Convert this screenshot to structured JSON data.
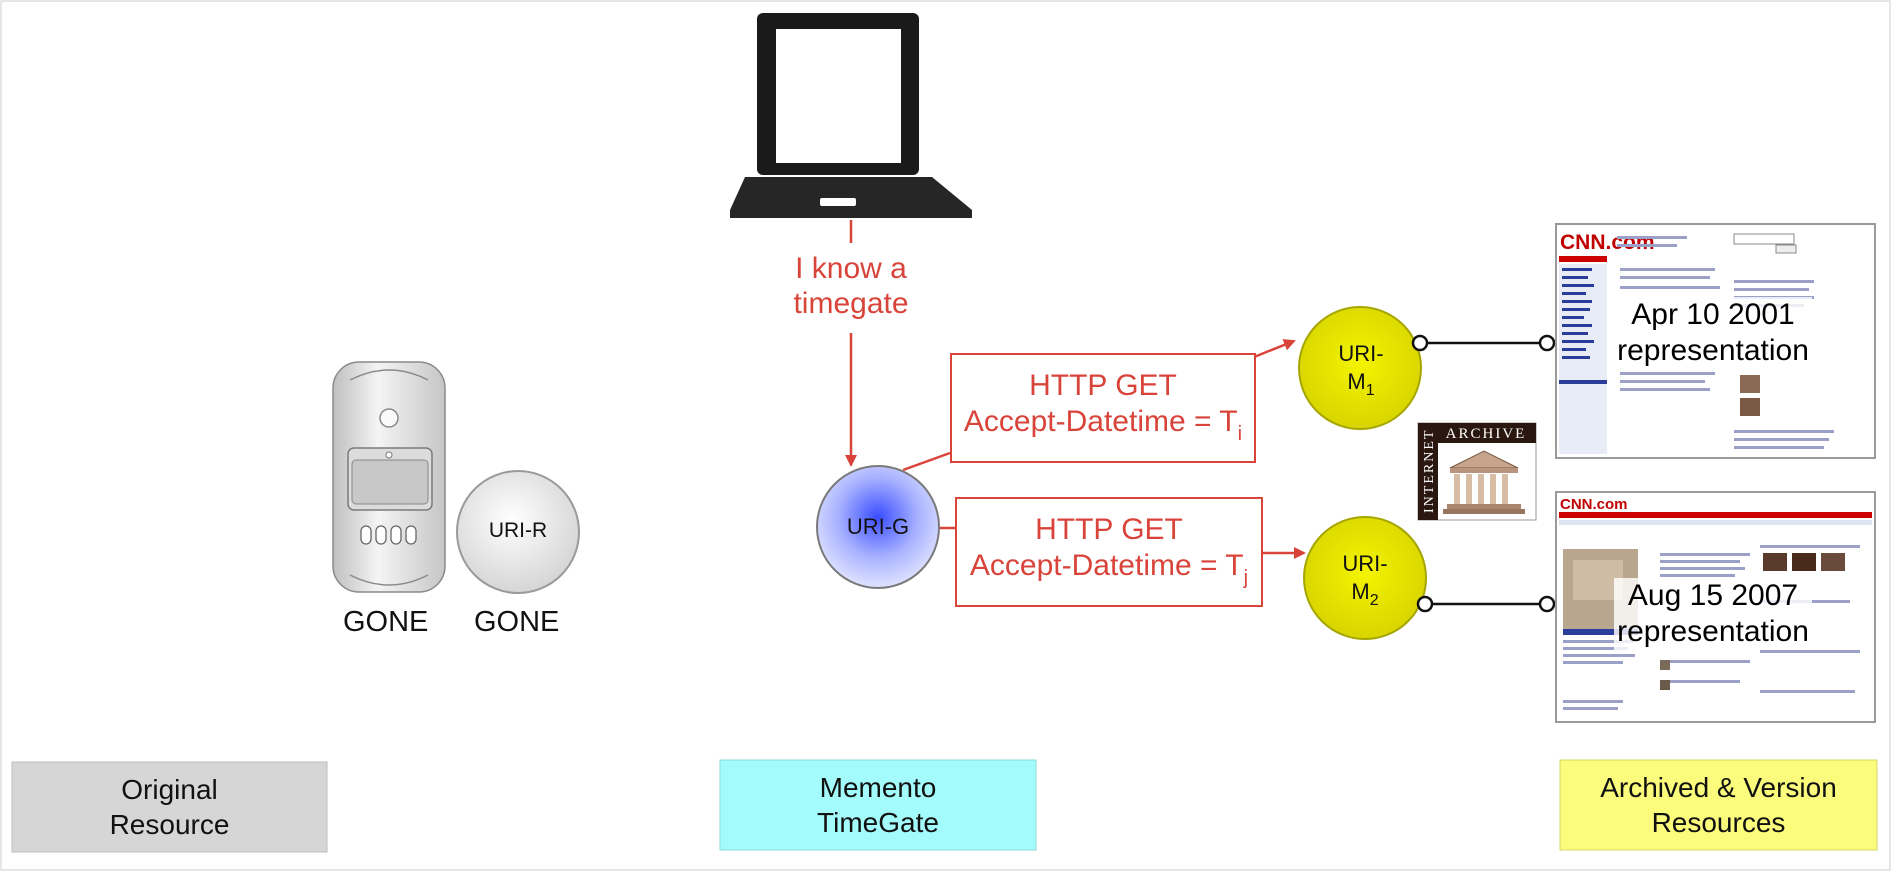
{
  "original": {
    "gone1": "GONE",
    "gone2": "GONE",
    "uri_r": "URI-R"
  },
  "timegate": {
    "uri_g": "URI-G",
    "know_line1": "I know a",
    "know_line2": "timegate"
  },
  "requests": [
    {
      "line1": "HTTP GET",
      "line2": "Accept-Datetime = T",
      "sub": "i"
    },
    {
      "line1": "HTTP GET",
      "line2": "Accept-Datetime = T",
      "sub": "j"
    }
  ],
  "mementos": [
    {
      "line1": "URI-",
      "base": "M",
      "sub": "1"
    },
    {
      "line1": "URI-",
      "base": "M",
      "sub": "2"
    }
  ],
  "representations": [
    {
      "line1": "Apr 10 2001",
      "line2": "representation",
      "logo": "CNN.com"
    },
    {
      "line1": "Aug 15 2007",
      "line2": "representation",
      "logo": "CNN.com"
    }
  ],
  "archive_logo": {
    "word1": "INTERNET",
    "word2": "ARCHIVE"
  },
  "columns": [
    {
      "text": "Original\nResource",
      "color": "#d6d6d6"
    },
    {
      "text": "Memento\nTimeGate",
      "color": "#a3fbfb"
    },
    {
      "text": "Archived & Version\nResources",
      "color": "#fbfb7c"
    }
  ],
  "colors": {
    "arrow_red": "#d9443a",
    "timegate_blue": "#3a4dff",
    "memento_yellow": "#e0e000"
  }
}
